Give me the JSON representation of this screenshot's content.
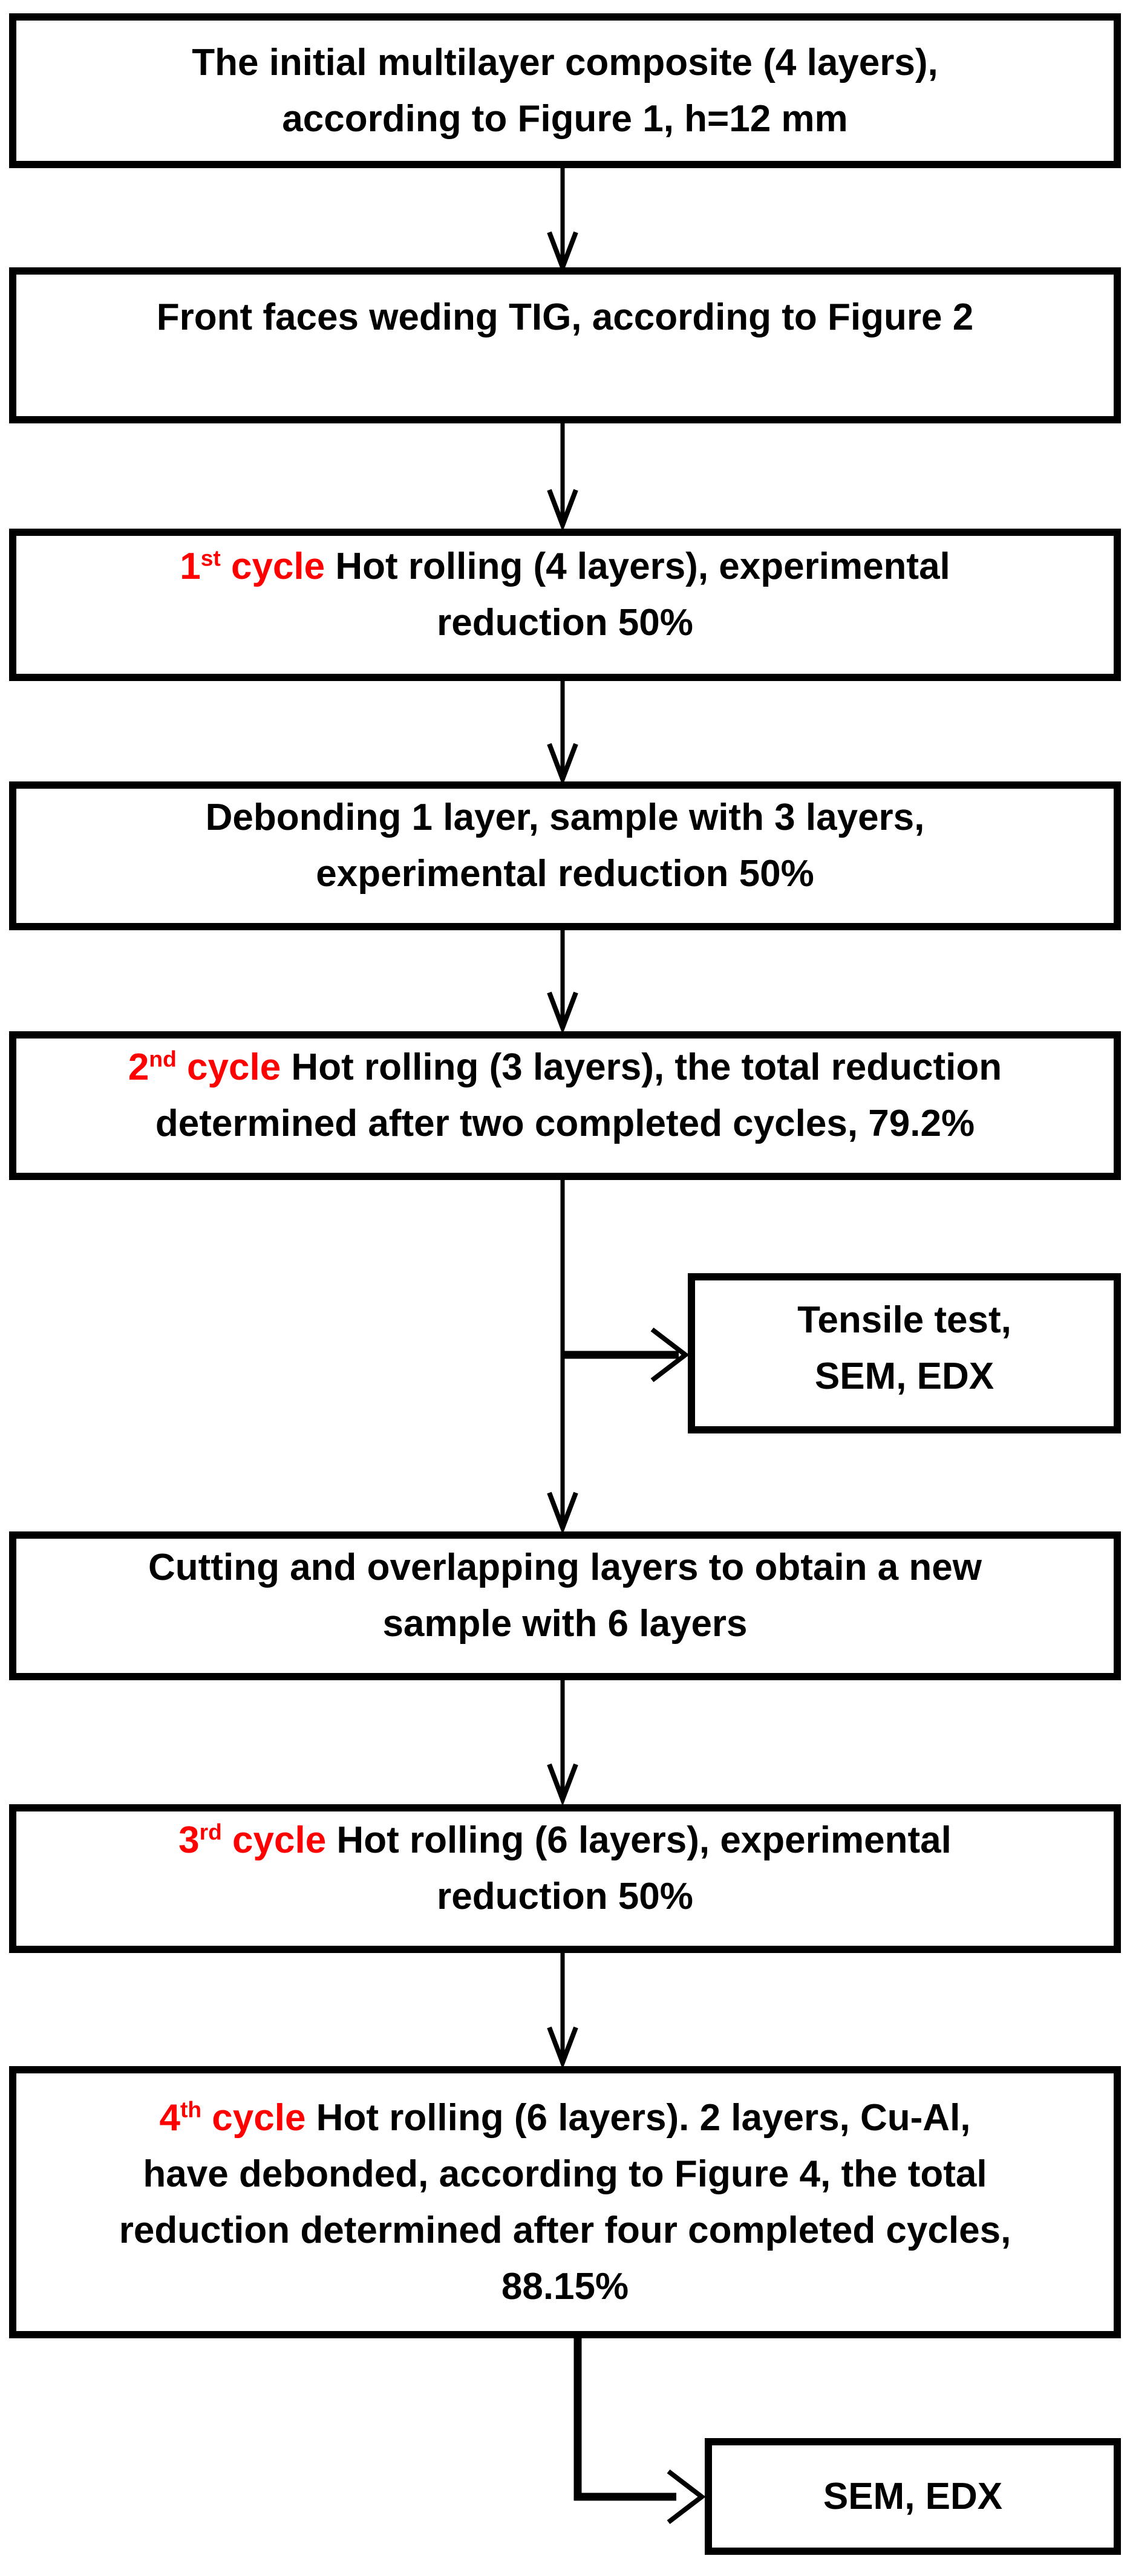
{
  "page": {
    "background": "#ffffff",
    "box_border_color": "#000000",
    "accent_red": "#ff0000",
    "text_color": "#000000"
  },
  "flow": {
    "boxes": [
      {
        "id": "initial-composite",
        "text": "The initial multilayer composite (4 layers),\naccording to Figure 1, h=12 mm"
      },
      {
        "id": "tig-welding",
        "text": "Front faces weding TIG, according to Figure 2"
      },
      {
        "id": "cycle-1",
        "red_num": "1",
        "red_sup": "st",
        "red_word": " cycle",
        "text": " Hot rolling (4 layers), experimental\nreduction 50%"
      },
      {
        "id": "debonding",
        "text": "Debonding 1 layer, sample with 3 layers,\nexperimental reduction 50%"
      },
      {
        "id": "cycle-2",
        "red_num": "2",
        "red_sup": "nd",
        "red_word": " cycle",
        "text": " Hot rolling (3 layers), the total reduction\ndetermined after two completed cycles, 79.2%"
      },
      {
        "id": "cutting-overlapping",
        "text": "Cutting and overlapping layers to obtain a new\nsample with 6 layers"
      },
      {
        "id": "cycle-3",
        "red_num": "3",
        "red_sup": "rd",
        "red_word": " cycle",
        "text": " Hot rolling (6 layers), experimental\nreduction 50%"
      },
      {
        "id": "cycle-4",
        "red_num": "4",
        "red_sup": "th",
        "red_word": " cycle",
        "text": " Hot rolling (6 layers). 2 layers, Cu-Al,\nhave debonded, according to Figure 4, the total\nreduction determined after four completed cycles,\n88.15%"
      }
    ],
    "side_boxes": [
      {
        "id": "tensile-test",
        "text": "Tensile test,\nSEM, EDX"
      },
      {
        "id": "sem-edx",
        "text": "SEM, EDX"
      }
    ]
  }
}
